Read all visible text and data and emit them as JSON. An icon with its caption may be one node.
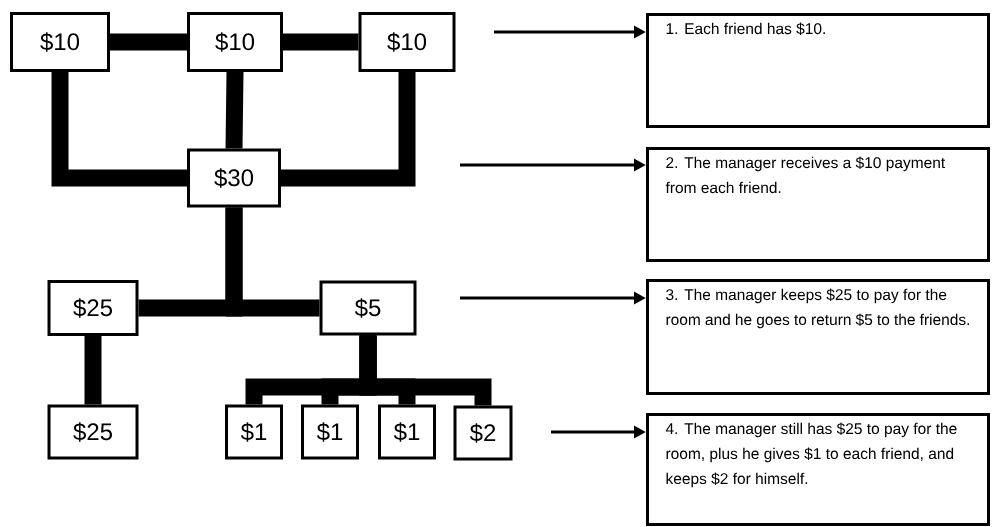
{
  "diagram": {
    "nodes": [
      {
        "text": [
          "$10"
        ]
      },
      {
        "text": [
          "$10"
        ]
      },
      {
        "text": [
          "$10"
        ]
      },
      {
        "text": [
          "$30"
        ]
      },
      {
        "text": [
          "$25"
        ]
      },
      {
        "text": [
          "$5"
        ]
      },
      {
        "text": [
          "$25"
        ]
      },
      {
        "text": [
          "$1"
        ]
      },
      {
        "text": [
          "$1"
        ]
      },
      {
        "text": [
          "$1"
        ]
      },
      {
        "text": [
          "$2"
        ]
      },
      {
        "text": [
          "1. Each friend has $10."
        ]
      },
      {
        "text": [
          "2. The manager receives a $10 payment from each friend."
        ]
      },
      {
        "text": [
          "3. The manager keeps $25 to pay for the room and he goes to return $5 to the friends."
        ]
      },
      {
        "text": [
          "4. The manager still has $25 to pay for the room, plus he gives $1 to each friend, and keeps $2 for himself."
        ]
      }
    ],
    "edges": [
      {
        "from": 0,
        "to": 1,
        "arrow": "none"
      },
      {
        "from": 1,
        "to": 2,
        "arrow": "none"
      },
      {
        "from": 0,
        "to": 3,
        "arrow": "none"
      },
      {
        "from": 1,
        "to": 3,
        "arrow": "none"
      },
      {
        "from": 2,
        "to": 3,
        "arrow": "none"
      },
      {
        "from": 3,
        "to": 4,
        "arrow": "none"
      },
      {
        "from": 3,
        "to": 5,
        "arrow": "none"
      },
      {
        "from": 4,
        "to": 6,
        "arrow": "none"
      },
      {
        "from": 5,
        "to": 7,
        "arrow": "none"
      },
      {
        "from": 5,
        "to": 8,
        "arrow": "none"
      },
      {
        "from": 5,
        "to": 9,
        "arrow": "none"
      },
      {
        "from": 5,
        "to": 10,
        "arrow": "none"
      },
      {
        "from": null,
        "to": 11,
        "arrow": "to"
      },
      {
        "from": null,
        "to": 12,
        "arrow": "to"
      },
      {
        "from": null,
        "to": 13,
        "arrow": "to"
      },
      {
        "from": null,
        "to": 14,
        "arrow": "to"
      }
    ]
  }
}
